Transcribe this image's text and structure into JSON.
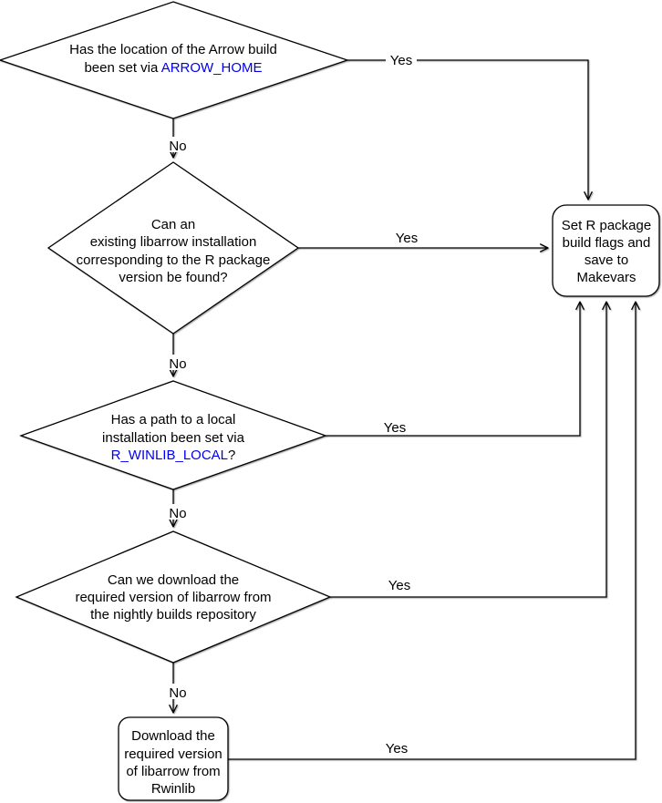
{
  "diagram": {
    "colors": {
      "link": "#0000EE",
      "stroke": "#000000",
      "shape_fill": "#FFFFFF"
    },
    "nodes": {
      "arrow_home": {
        "line1": "Has the location of the Arrow build",
        "line2_text": "been set via ",
        "line2_link": "ARROW_HOME"
      },
      "existing_install": {
        "line1": "Can an",
        "line2": "existing libarrow installation",
        "line3": "corresponding to the R package",
        "line4": "version be found?"
      },
      "winlib_local": {
        "line1": "Has a path to a local",
        "line2": "installation been set via",
        "line3_link": "R_WINLIB_LOCAL",
        "line3_text": "?"
      },
      "nightly": {
        "line1": "Can we download the",
        "line2": "required version of libarrow from",
        "line3": "the nightly builds repository"
      },
      "rwinlib": {
        "line1": "Download the",
        "line2": "required version",
        "line3": "of libarrow from",
        "line4": "Rwinlib"
      },
      "makevars": {
        "line1": "Set R package",
        "line2": "build flags and",
        "line3": "save to",
        "line4": "Makevars"
      }
    },
    "edges": {
      "d1_yes": "Yes",
      "d1_no": "No",
      "d2_yes": "Yes",
      "d2_no": "No",
      "d3_yes": "Yes",
      "d3_no": "No",
      "d4_yes": "Yes",
      "d4_no": "No",
      "rwinlib_yes": "Yes"
    }
  }
}
